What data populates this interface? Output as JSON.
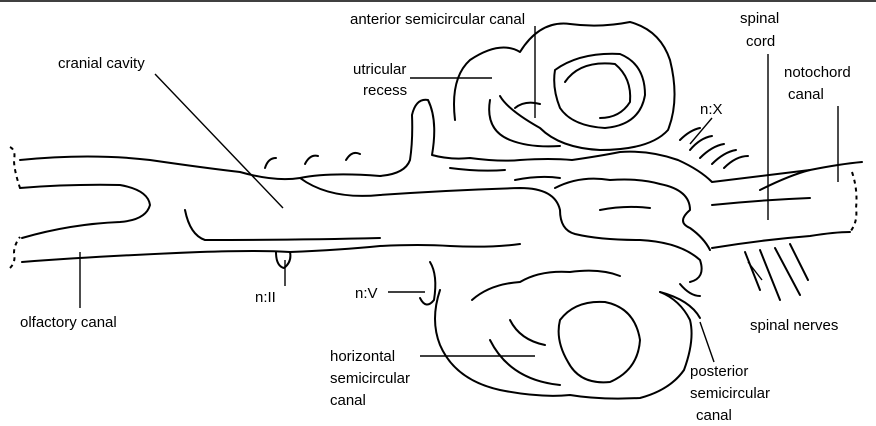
{
  "labels": {
    "anterior_semicircular_canal": "anterior semicircular canal",
    "cranial_cavity": "cranial cavity",
    "utricular_recess": [
      "utricular",
      "recess"
    ],
    "spinal_cord": [
      "spinal",
      "cord"
    ],
    "notochord_canal": [
      "notochord",
      "canal"
    ],
    "nerve_x": "n:X",
    "nerve_ii": "n:II",
    "nerve_v": "n:V",
    "olfactory_canal": "olfactory canal",
    "spinal_nerves": "spinal nerves",
    "horizontal_semicircular_canal": [
      "horizontal",
      "semicircular",
      "canal"
    ],
    "posterior_semicircular_canal": [
      "posterior",
      "semicircular",
      "canal"
    ]
  },
  "colors": {
    "ink": "#000000",
    "background": "#ffffff"
  }
}
